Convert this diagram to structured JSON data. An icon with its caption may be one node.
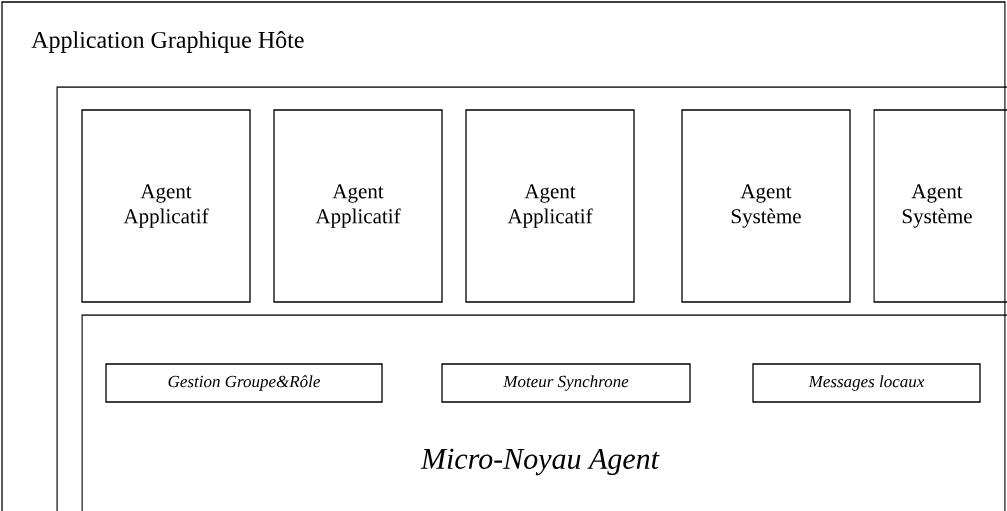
{
  "diagram": {
    "nodes": [
      {
        "text": [
          "Application Graphique Hôte"
        ]
      },
      {
        "text": [],
        "shape": "box",
        "in": 0
      },
      {
        "text": [
          "Agent Applicatif"
        ],
        "in": 1
      },
      {
        "text": [
          "Agent Applicatif"
        ],
        "in": 1
      },
      {
        "text": [
          "Agent Applicatif"
        ],
        "in": 1
      },
      {
        "text": [
          "Agent Système"
        ],
        "in": 1
      },
      {
        "text": [
          "Agent Système"
        ],
        "in": 1
      },
      {
        "text": [
          "Micro-Noyau Agent"
        ],
        "in": 1
      },
      {
        "text": [
          "Gestion Groupe&Rôle"
        ],
        "in": 7
      },
      {
        "text": [
          "Moteur Synchrone"
        ],
        "in": 7
      },
      {
        "text": [
          "Messages locaux"
        ],
        "in": 7
      }
    ]
  }
}
